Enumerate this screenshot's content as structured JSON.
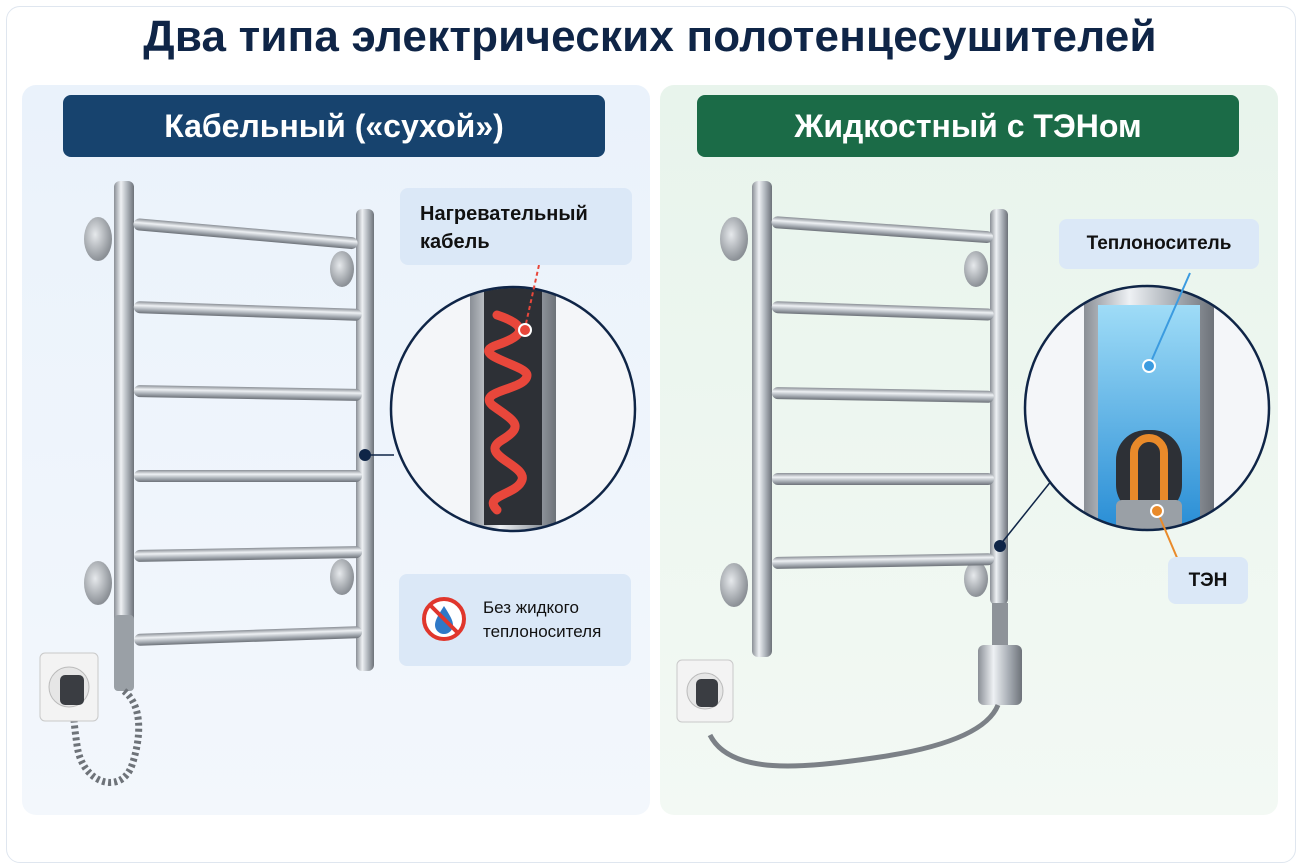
{
  "title": "Два типа электрических полотенцесушителей",
  "left": {
    "header": "Кабельный («сухой»)",
    "label_cable": "Нагревательный кабель",
    "label_no_liquid": "Без жидкого теплоносителя",
    "icons": [
      "no-water-icon"
    ]
  },
  "right": {
    "header": "Жидкостный с ТЭНом",
    "label_carrier": "Теплоноситель",
    "label_ten": "ТЭН"
  },
  "colors": {
    "title": "#0f2547",
    "left_header": "#17436e",
    "right_header": "#1b6b47",
    "cable": "#e8473b",
    "carrier": "#3b9be0",
    "heating_element": "#e98a2a"
  }
}
